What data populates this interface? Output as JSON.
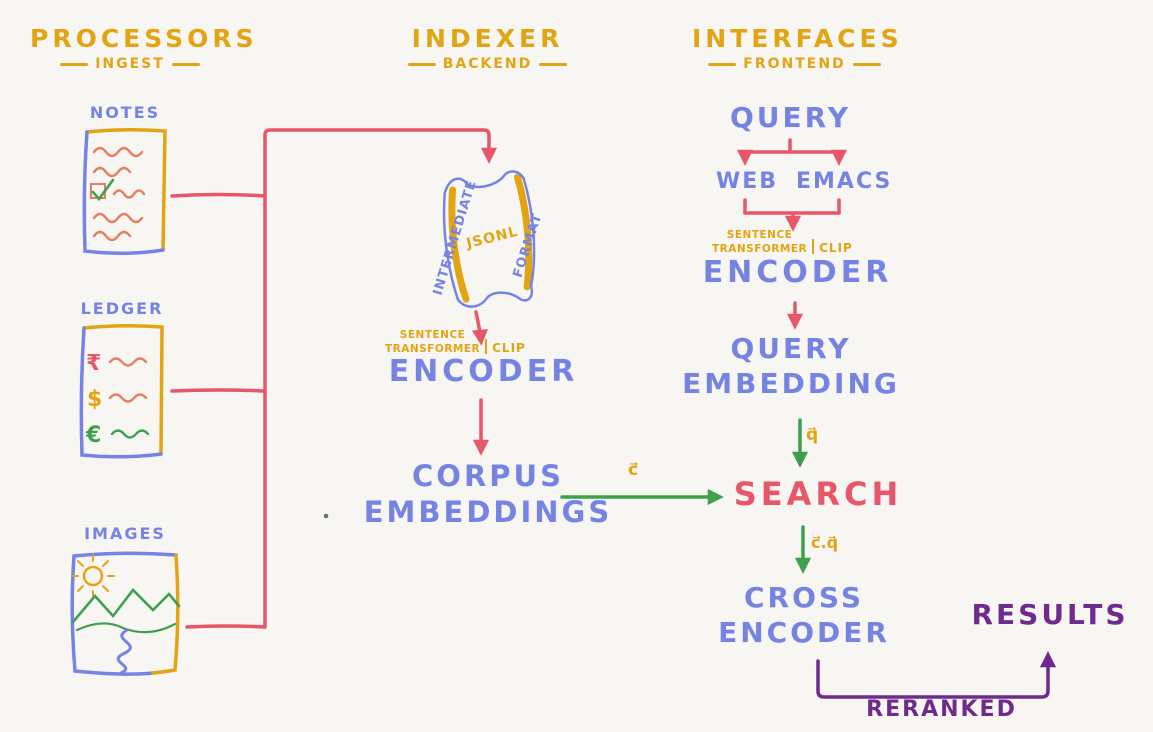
{
  "colors": {
    "background": "#f8f6f3",
    "gold": "#e2a412",
    "blue": "#7583e3",
    "red": "#e8566a",
    "orange": "#e87d5f",
    "green": "#3da04c",
    "purple": "#6f2a8e"
  },
  "sections": {
    "processors": {
      "title": "PROCESSORS",
      "subtitle": "INGEST"
    },
    "indexer": {
      "title": "INDEXER",
      "subtitle": "BACKEND"
    },
    "interfaces": {
      "title": "INTERFACES",
      "subtitle": "FRONTEND"
    }
  },
  "sources": {
    "notes": "NOTES",
    "ledger": "LEDGER",
    "images": "IMAGES",
    "ledger_symbols": [
      "₹",
      "$",
      "€"
    ]
  },
  "indexer": {
    "scroll": {
      "left": "INTERMEDIATE",
      "center": "JSONL",
      "right": "FORMAT"
    },
    "model": {
      "line1": "SENTENCE",
      "line2": "TRANSFORMER",
      "side": "CLIP"
    },
    "encoder": "ENCODER",
    "corpus": {
      "line1": "CORPUS",
      "line2": "EMBEDDINGS"
    }
  },
  "interfaces": {
    "query": "QUERY",
    "web": "WEB",
    "emacs": "EMACS",
    "model": {
      "line1": "SENTENCE",
      "line2": "TRANSFORMER",
      "side": "CLIP"
    },
    "encoder": "ENCODER",
    "query_embedding": {
      "line1": "QUERY",
      "line2": "EMBEDDING"
    },
    "search": "SEARCH",
    "cross_encoder": {
      "line1": "CROSS",
      "line2": "ENCODER"
    },
    "results": "RESULTS",
    "reranked": "RERANKED"
  },
  "edge_labels": {
    "corpus_vector": "c⃗",
    "query_vector": "q⃗",
    "dot_product": "c⃗.q⃗"
  }
}
